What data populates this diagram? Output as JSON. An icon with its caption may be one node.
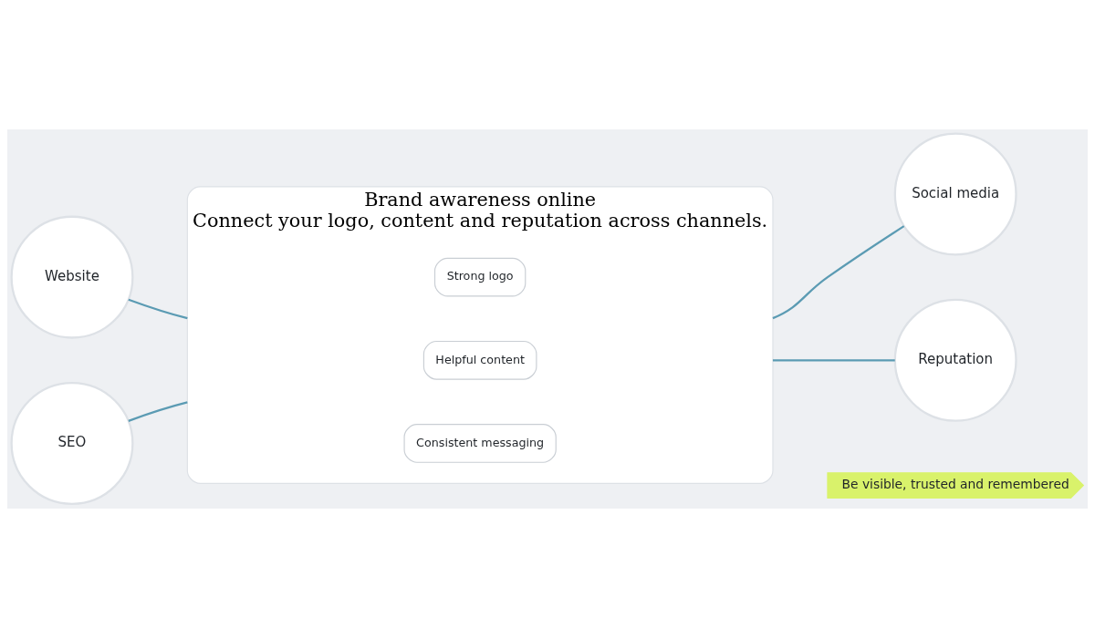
{
  "diagram": {
    "nodes": [
      {
        "text": [
          "Website"
        ]
      },
      {
        "text": [
          "Social media"
        ]
      },
      {
        "text": [
          "Brand awareness online",
          "Connect your logo, content and reputation across channels."
        ]
      },
      {
        "text": [
          "Strong logo"
        ],
        "in": 2
      },
      {
        "text": [
          "Helpful content"
        ],
        "in": 2
      },
      {
        "text": [
          "Consistent messaging"
        ],
        "in": 2
      },
      {
        "text": [
          "Be visible, trusted and remembered"
        ]
      },
      {
        "text": [
          "SEO"
        ]
      },
      {
        "text": [
          "Reputation"
        ]
      }
    ],
    "edges": [
      {
        "from": 0,
        "to": 2,
        "arrow": "none"
      },
      {
        "from": 1,
        "to": 2,
        "arrow": "none"
      },
      {
        "from": 7,
        "to": 2,
        "arrow": "none"
      },
      {
        "from": 8,
        "to": 2,
        "arrow": "none"
      }
    ]
  }
}
